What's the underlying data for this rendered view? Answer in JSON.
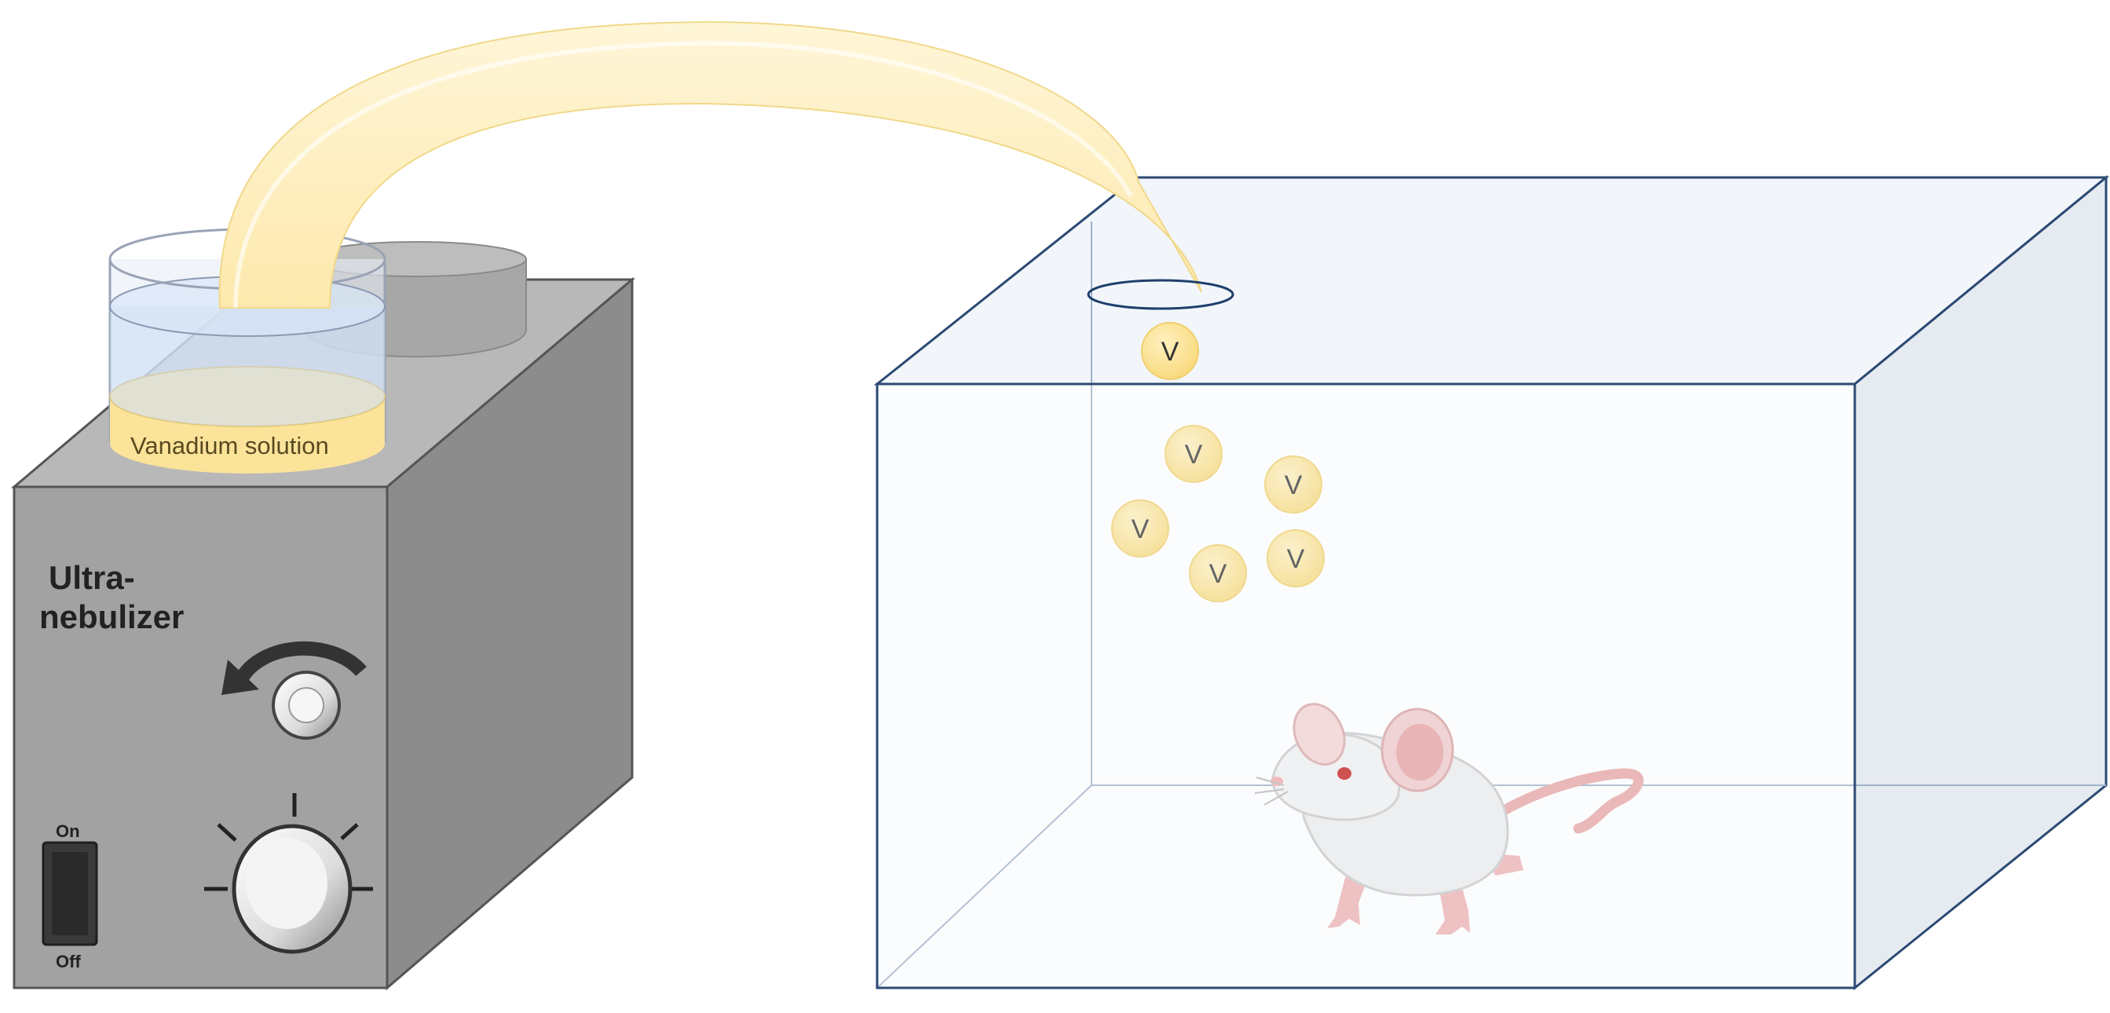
{
  "device": {
    "title_line1": "Ultra-",
    "title_line2": "nebulizer",
    "switch_on": "On",
    "switch_off": "Off",
    "body_color": "#9d9d9d"
  },
  "beaker": {
    "label": "Vanadium solution",
    "solution_color": "#fbe39a"
  },
  "tube": {
    "color": "#fdeeb8"
  },
  "chamber": {
    "edge_color": "#2c4a73",
    "glass_color": "#eef3f9"
  },
  "particles": {
    "label": "V",
    "count": 6,
    "color": "#fbe08f",
    "items": [
      "V",
      "V",
      "V",
      "V",
      "V",
      "V"
    ]
  },
  "icons": {
    "rotation": "rotation-arrow-icon",
    "mouse": "mouse-icon"
  }
}
